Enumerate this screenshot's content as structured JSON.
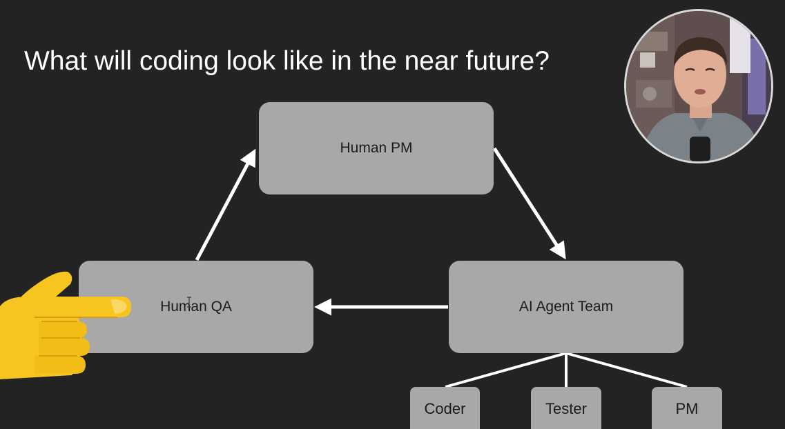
{
  "slide": {
    "title": "What will coding look like in the near future?"
  },
  "diagram": {
    "nodes": {
      "human_pm": "Human PM",
      "ai_agent_team": "AI Agent Team",
      "human_qa": "Human QA",
      "coder": "Coder",
      "tester": "Tester",
      "pm": "PM"
    },
    "flow": [
      {
        "from": "Human PM",
        "to": "AI Agent Team"
      },
      {
        "from": "AI Agent Team",
        "to": "Human QA"
      },
      {
        "from": "Human QA",
        "to": "Human PM"
      }
    ],
    "children": {
      "AI Agent Team": [
        "Coder",
        "Tester",
        "PM"
      ]
    }
  },
  "overlays": {
    "webcam": "presenter-webcam",
    "pointer": "pointing-hand-emoji"
  },
  "colors": {
    "background": "#232323",
    "node_fill": "#a8a8a8",
    "node_text": "#1b1b1b",
    "connector": "#ffffff",
    "title_text": "#ffffff",
    "hand": "#f6c520"
  }
}
